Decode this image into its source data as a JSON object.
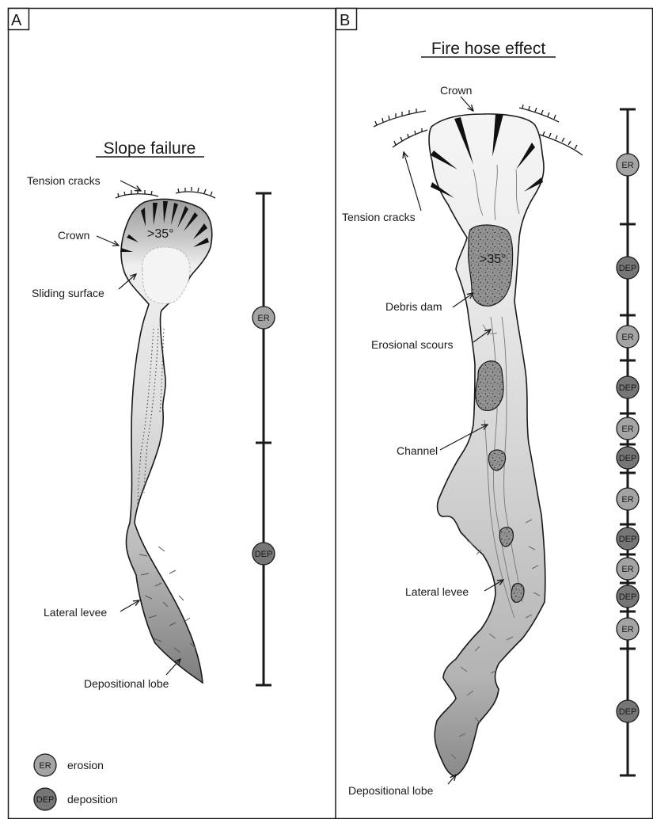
{
  "panels": {
    "a": {
      "letter": "A",
      "title": "Slope failure",
      "slope": ">35°",
      "labels": {
        "tension_cracks": "Tension cracks",
        "crown": "Crown",
        "sliding_surface": "Sliding surface",
        "lateral_levee": "Lateral levee",
        "depositional_lobe": "Depositional lobe"
      },
      "scale_zones": [
        "ER",
        "DEP"
      ]
    },
    "b": {
      "letter": "B",
      "title": "Fire hose effect",
      "slope": ">35°",
      "labels": {
        "crown": "Crown",
        "tension_cracks": "Tension cracks",
        "debris_dam": "Debris dam",
        "erosional_scours": "Erosional scours",
        "channel": "Channel",
        "lateral_levee": "Lateral levee",
        "depositional_lobe": "Depositional lobe"
      },
      "scale_zones": [
        "ER",
        "DEP",
        "ER",
        "DEP",
        "ER",
        "DEP",
        "ER",
        "DEP",
        "ER",
        "DEP",
        "ER",
        "DEP"
      ]
    }
  },
  "legend": {
    "er_badge": "ER",
    "er_text": "erosion",
    "dep_badge": "DEP",
    "dep_text": "deposition"
  },
  "colors": {
    "erosion": "#a4a4a4",
    "deposition": "#767676",
    "outline": "#1a1a1a",
    "debris": "#8e8e8e"
  }
}
